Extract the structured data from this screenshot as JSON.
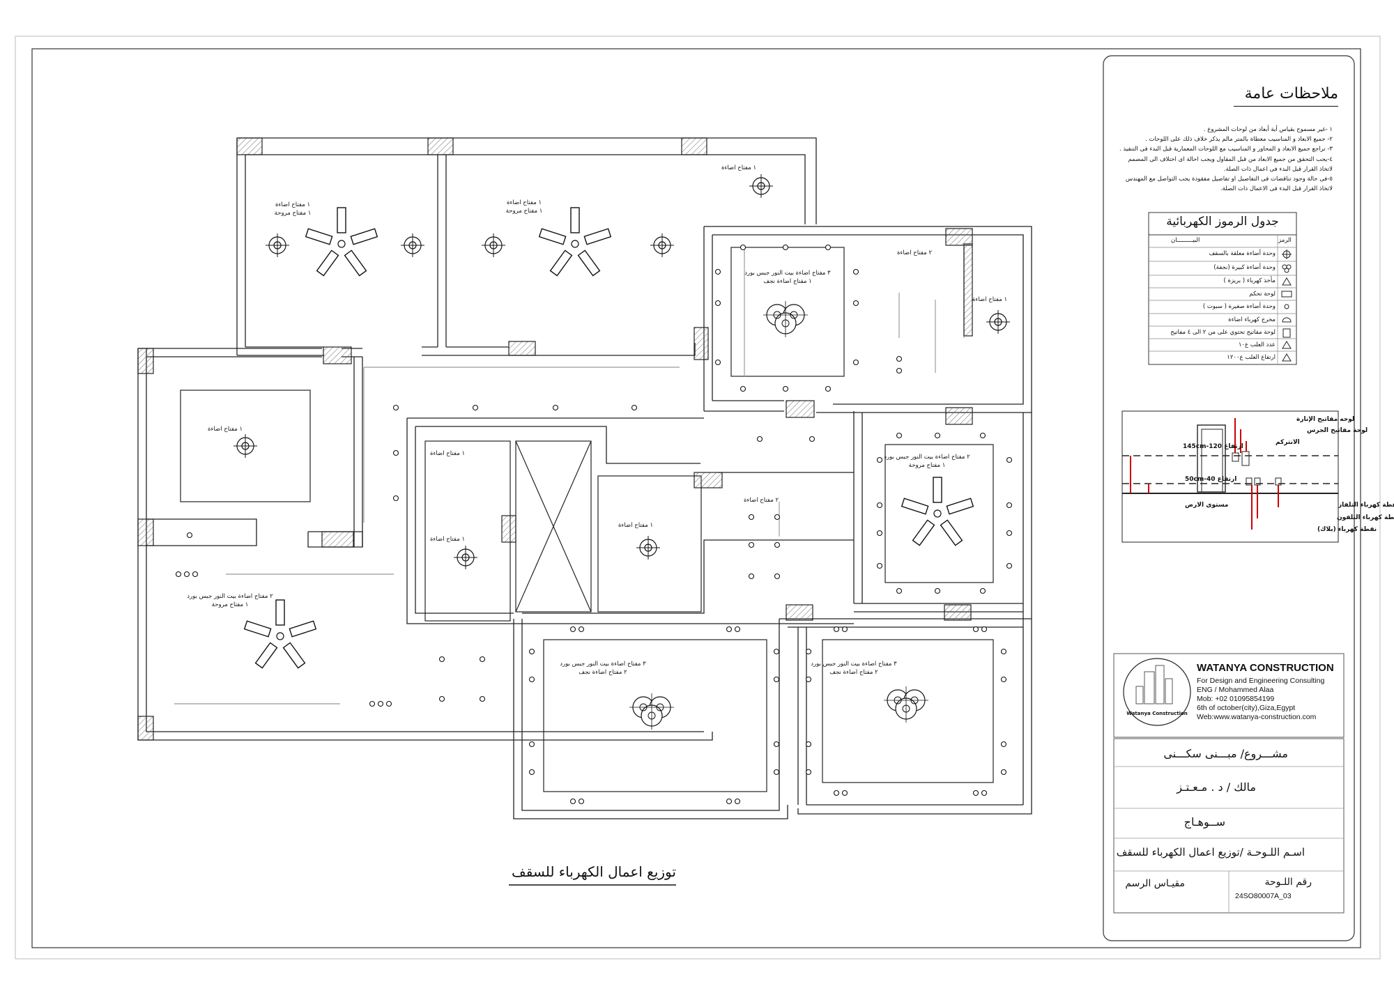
{
  "drawing_title": "توزيع اعمال الكهرباء للسقف",
  "general_notes": {
    "title": "ملاحظات عامة",
    "items": [
      "١ -غير مسموح بقياس أية أبعاد من لوحات المشروع .",
      "٢- جميع الابعاد و المناسيب معطاة بالمتر مالم يذكر خلاف ذلك على اللوحات .",
      "٣- تراجع جميع الابعاد و المحاور و المناسيب مع اللوحات المعمارية قبل البدء فى التنفيذ .",
      "٤-يجب التحقق من جميع الابعاد من قبل المقاول ويجب احالة اى اختلاف الى المصمم",
      "لاتخاذ القرار قبل البدء فى اعمال ذات الصلة.",
      "٥-فى حالة وجود تناقضات فى التفاصيل او تفاصيل مفقودة يجب التواصل مع المهندس",
      "لاتخاذ القرار قبل البدء فى الاعمال ذات الصلة."
    ]
  },
  "legend": {
    "title": "جدول الرموز الكهربائية",
    "col_desc": "البيـــــــــان",
    "col_symbol": "الرمز",
    "rows": [
      "وحدة أضاءة معلقة بالسقف",
      "وحدة أضاءة كبيرة (نجفة)",
      "مأخذ كهرباء ( بريزة )",
      "لوحة تحكم",
      "وحدة أضاءة صغيرة ( سبوت )",
      "مخرج كهرباء اضاءة",
      "لوحة مفاتيح تحتوي على من ٢ الى ٤ مفاتيح",
      "عدد العلب ع١٠",
      "ارتفاع العلب ع١٢٠٠"
    ]
  },
  "heights_diagram": {
    "switch_panel": "لوحه مفاتيح الإنارة",
    "bell_panel": "لوحة مفاتيح الجرس",
    "intercom": "الانتركم",
    "h1": "ارتفاع 120-145cm",
    "h2": "ارتفاع 40-50cm",
    "floor": "مستوى الارض",
    "tv": "نقطة كهرباء التلفاز",
    "phone": "نقطة كهرباء التلفون",
    "socket": "نقطة كهرباء (بلاك)"
  },
  "company": {
    "logo_text": "Watanya Construction",
    "name": "WATANYA CONSTRUCTION",
    "line1": "For Design and Engineering Consulting",
    "line2": "ENG / Mohammed Alaa",
    "line3": "Mob: +02 01095854199",
    "line4": "6th of october(city),Giza,Egypt",
    "line5": "Web:www.watanya-construction.com"
  },
  "title_block": {
    "project": "مشـــروع/ مبـــنى سكـــنى",
    "owner": "مالك / د . مـعـتـز",
    "location": "ســوهـاج",
    "sheet_name": "اسـم اللـوحـة /توزيع اعمال الكهرباء للسقف",
    "sheet_no_label": "رقم اللـوحة",
    "sheet_no": "24SO80007A_03",
    "scale_label": "مقيـاس الرسم"
  },
  "room_labels": {
    "r1": [
      "١ مفتاح اضاءة",
      "١ مفتاح مروحة"
    ],
    "r2": [
      "١ مفتاح اضاءة",
      "١ مفتاح مروحة"
    ],
    "r3": [
      "١ مفتاح اضاءة"
    ],
    "r4": [
      "٣ مفتاح اضاءة بيت النور جبس بورد",
      "١ مفتاح اضاءة نجف"
    ],
    "r5": [
      "٢ مفتاح اضاءة"
    ],
    "r6": [
      "١ مفتاح اضاءة"
    ],
    "r7": [
      "١ مفتاح اضاءة"
    ],
    "r8": [
      "١ مفتاح اضاءة"
    ],
    "r9": [
      "١ مفتاح اضاءة"
    ],
    "r10": [
      "١ مفتاح اضاءة"
    ],
    "r11": [
      "٢ مفتاح اضاءة"
    ],
    "r12": [
      "٢ مفتاح اضاءة بيت النور جبس بورد",
      "١ مفتاح مروحة"
    ],
    "r13": [
      "٢ مفتاح اضاءة بيت النور جبس بورد",
      "١ مفتاح مروحة"
    ],
    "r14": [
      "٣ مفتاح اضاءة بيت النور جبس بورد",
      "٢ مفتاح اضاءة نجف"
    ],
    "r15": [
      "٣ مفتاح اضاءة بيت النور جبس بورد",
      "٢ مفتاح اضاءة نجف"
    ]
  }
}
